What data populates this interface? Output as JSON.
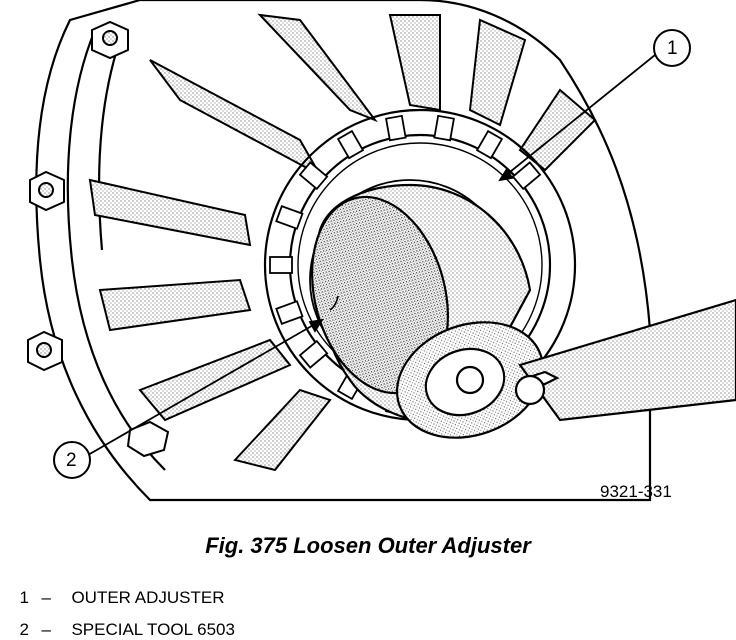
{
  "figure": {
    "id_label": "9321-331",
    "caption": "Fig. 375 Loosen Outer Adjuster"
  },
  "callouts": [
    {
      "number": "1"
    },
    {
      "number": "2"
    }
  ],
  "legend": [
    {
      "number": "1",
      "dash": "–",
      "text": "OUTER ADJUSTER"
    },
    {
      "number": "2",
      "dash": "–",
      "text": "SPECIAL TOOL 6503"
    }
  ]
}
